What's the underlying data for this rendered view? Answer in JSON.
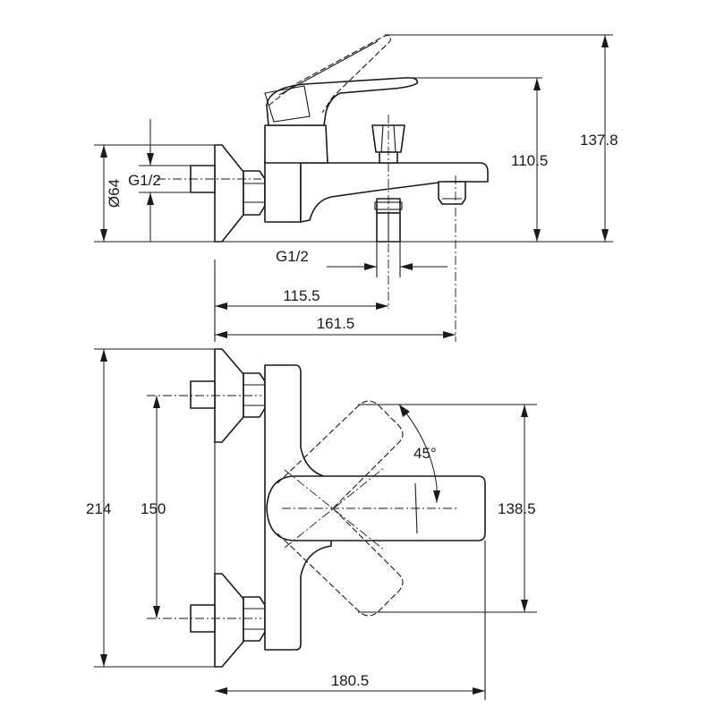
{
  "side_view": {
    "dim_diameter": "Ø64",
    "thread_inlet": "G1/2",
    "thread_outlet": "G1/2",
    "dim_height_body": "110.5",
    "dim_height_total": "137.8",
    "dim_outlet_distance": "115.5",
    "dim_spout_length": "161.5"
  },
  "top_view": {
    "dim_total_width": "214",
    "dim_centers": "150",
    "dim_handle_width": "138.5",
    "dim_depth": "180.5",
    "angle": "45°"
  }
}
